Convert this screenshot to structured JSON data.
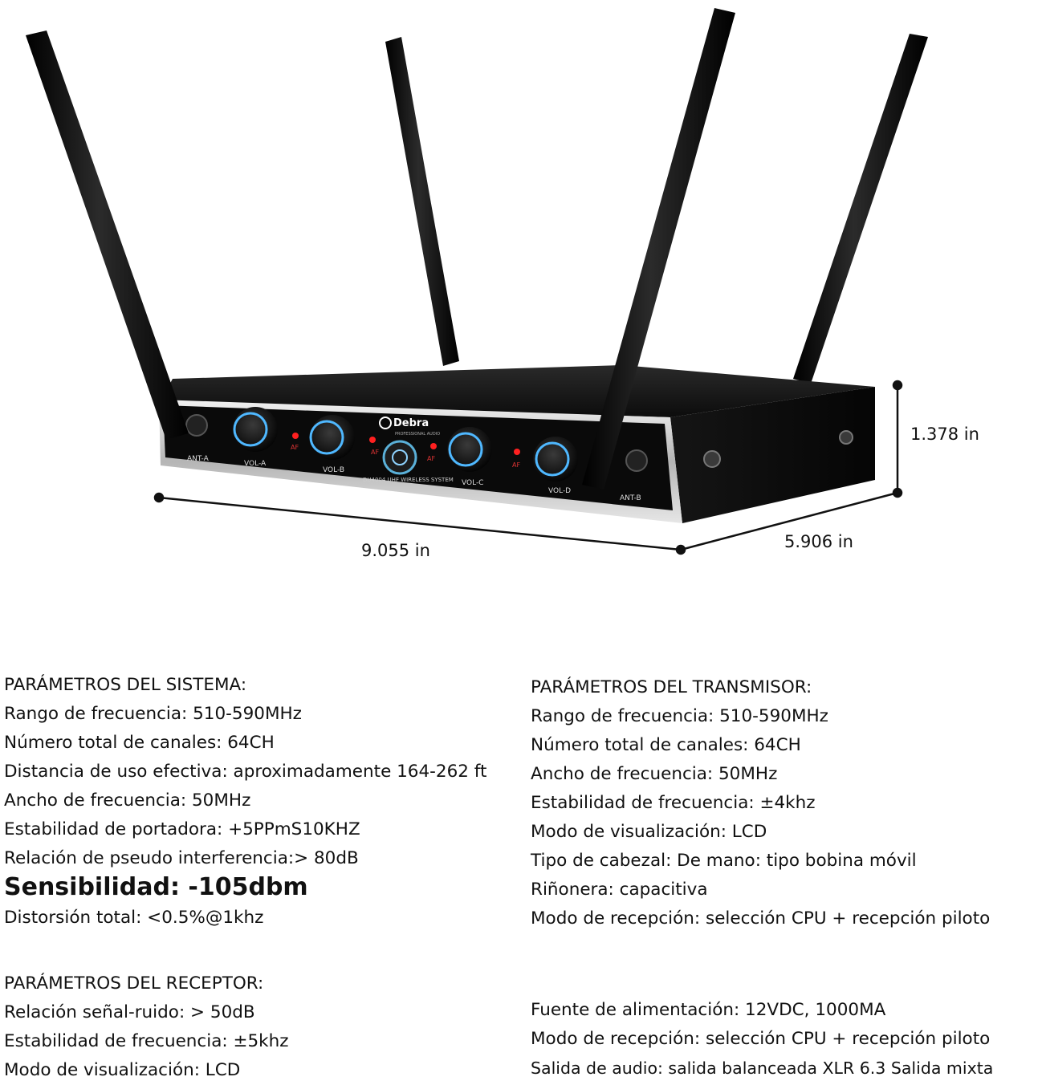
{
  "device": {
    "brand": "Debra",
    "brand_sub": "PROFESSIONAL AUDIO",
    "model": "DU4004 UHF WIRELESS SYSTEM",
    "labels": {
      "ant_a": "ANT-A",
      "vol_a": "VOL-A",
      "vol_b": "VOL-B",
      "vol_c": "VOL-C",
      "vol_d": "VOL-D",
      "ant_b": "ANT-B",
      "af": "AF"
    }
  },
  "dimensions": {
    "width": "9.055 in",
    "depth": "5.906 in",
    "height": "1.378 in"
  },
  "system": {
    "title": "PARÁMETROS DEL SISTEMA:",
    "items": [
      "Rango de frecuencia: 510-590MHz",
      "Número total de canales: 64CH",
      "Distancia de uso efectiva: aproximadamente 164-262 ft",
      "Ancho de frecuencia: 50MHz",
      "Estabilidad de portadora: +5PPmS10KHZ",
      "Relación de pseudo interferencia:> 80dB",
      "Sensibilidad: -105dbm",
      "Distorsión total: <0.5%@1khz"
    ]
  },
  "transmitter": {
    "title": "PARÁMETROS DEL TRANSMISOR:",
    "items": [
      "Rango de frecuencia: 510-590MHz",
      "Número total de canales: 64CH",
      "Ancho de frecuencia: 50MHz",
      "Estabilidad de frecuencia: ±4khz",
      "Modo de visualización: LCD",
      "Tipo de cabezal: De mano: tipo bobina móvil",
      "Riñonera: capacitiva",
      "Modo de recepción: selección CPU + recepción piloto"
    ]
  },
  "receiver": {
    "title": "PARÁMETROS DEL RECEPTOR:",
    "items": [
      "Relación señal-ruido: > 50dB",
      "Estabilidad de frecuencia: ±5khz",
      "Modo de visualización: LCD"
    ],
    "items_right": [
      "Fuente de alimentación: 12VDC, 1000MA",
      "Modo de recepción: selección CPU + recepción piloto",
      "Salida de audio: salida balanceada XLR 6.3 Salida mixta"
    ]
  }
}
